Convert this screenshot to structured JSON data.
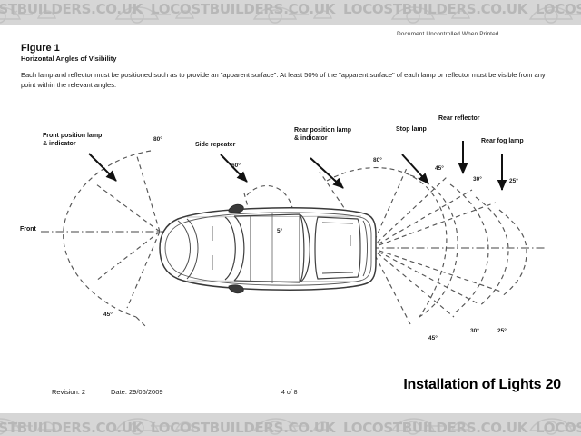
{
  "watermark": {
    "text": "LOCOSTBUILDERS.CO.UK",
    "repeat": 7,
    "color": "#b7b7b7",
    "band_color": "#d6d6d6"
  },
  "header": {
    "notice": "Document Uncontrolled When Printed"
  },
  "figure": {
    "title": "Figure 1",
    "subtitle": "Horizontal Angles of Visibility",
    "body": "Each lamp and reflector must be positioned such as to provide an \"apparent surface\". At least 50% of the \"apparent surface\" of each lamp or reflector must be visible from any point within the relevant angles."
  },
  "diagram": {
    "front_axis_label": "Front",
    "callouts": [
      {
        "id": "front-position-lamp",
        "line1": "Front position lamp",
        "line2": "& indicator"
      },
      {
        "id": "side-repeater",
        "line1": "Side repeater",
        "line2": ""
      },
      {
        "id": "rear-position-lamp",
        "line1": "Rear position lamp",
        "line2": "& indicator"
      },
      {
        "id": "stop-lamp",
        "line1": "Stop lamp",
        "line2": ""
      },
      {
        "id": "rear-reflector",
        "line1": "Rear reflector",
        "line2": ""
      },
      {
        "id": "rear-fog-lamp",
        "line1": "Rear fog lamp",
        "line2": ""
      }
    ],
    "angles": {
      "front_upper": "80°",
      "front_lower": "45°",
      "side_repeater": "60°",
      "side_repeater_rear": "5°",
      "rear_position_upper": "80°",
      "stop_lamp_upper": "45°",
      "rear_reflector_upper": "30°",
      "rear_fog_upper": "25°",
      "stop_lamp_lower": "45°",
      "rear_reflector_lower": "30°",
      "rear_fog_lower": "25°"
    }
  },
  "footer": {
    "revision": "Revision: 2",
    "date": "Date: 29/06/2009",
    "page": "4 of 8",
    "doc_title": "Installation of Lights 20"
  }
}
